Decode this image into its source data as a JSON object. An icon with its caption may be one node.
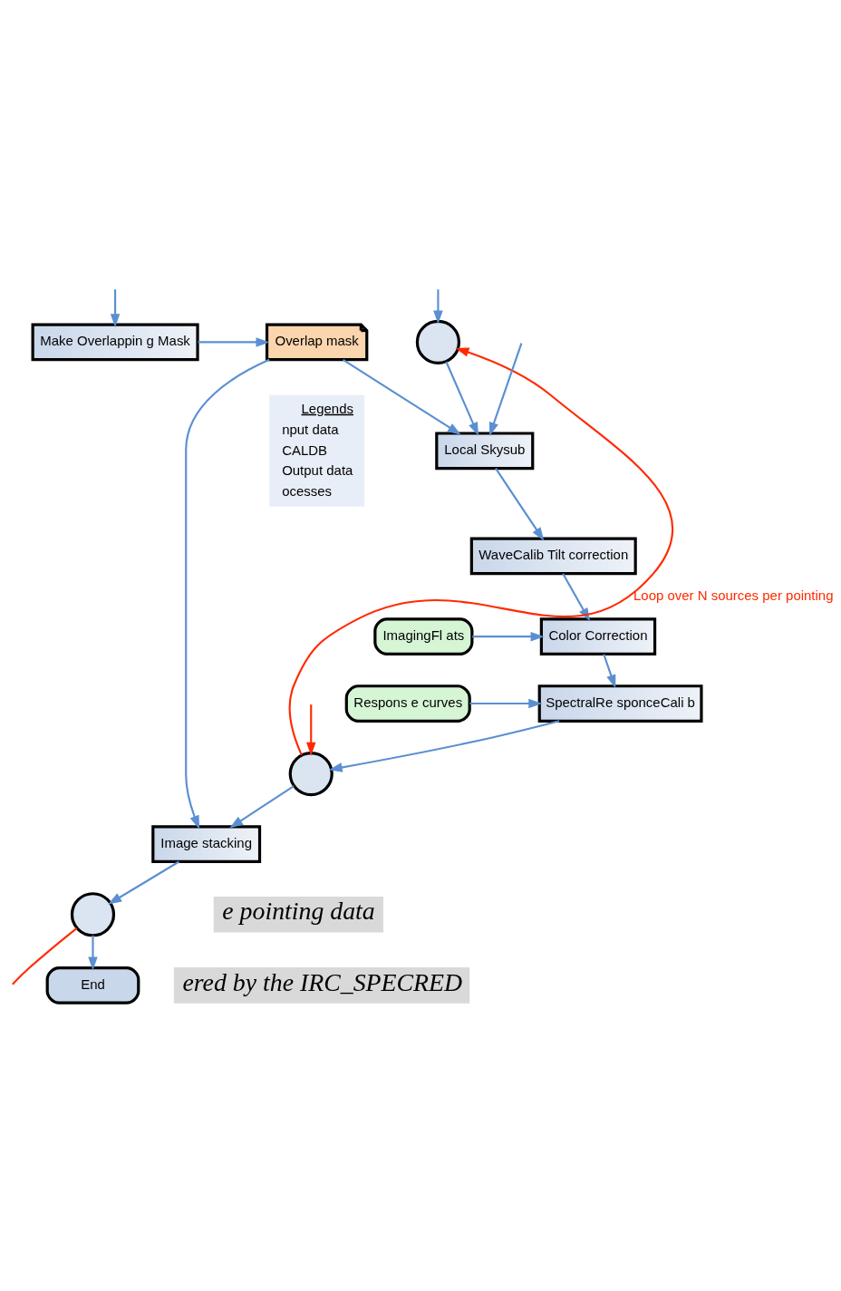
{
  "diagram": {
    "nodes": [
      {
        "text": [
          "Make Overlappin g Mask"
        ]
      },
      {
        "text": [
          "Overlap mask"
        ]
      },
      {
        "text": [],
        "shape": "circle"
      },
      {
        "text": [
          "Local Skysub"
        ]
      },
      {
        "text": [
          "WaveCalib Tilt correction"
        ]
      },
      {
        "text": [
          "ImagingFl ats"
        ]
      },
      {
        "text": [
          "Color Correction"
        ]
      },
      {
        "text": [
          "Respons e curves"
        ]
      },
      {
        "text": [
          "SpectralRe sponceCali b"
        ]
      },
      {
        "text": [],
        "shape": "circle"
      },
      {
        "text": [
          "Image stacking"
        ]
      },
      {
        "text": [],
        "shape": "circle"
      },
      {
        "text": [
          "End"
        ]
      }
    ],
    "edges": [
      {
        "from": null,
        "to": 0,
        "arrow": "to"
      },
      {
        "from": 0,
        "to": 1,
        "arrow": "to"
      },
      {
        "from": 1,
        "to": 3,
        "arrow": "to"
      },
      {
        "from": null,
        "to": 3,
        "arrow": "to"
      },
      {
        "from": 1,
        "to": 10,
        "arrow": "to"
      },
      {
        "from": null,
        "to": 2,
        "arrow": "to"
      },
      {
        "from": 9,
        "to": 2,
        "arrow": "to",
        "color": "#ff2a00",
        "label": "Loop over N sources per pointing"
      },
      {
        "from": 2,
        "to": 3,
        "arrow": "to"
      },
      {
        "from": 3,
        "to": 4,
        "arrow": "to"
      },
      {
        "from": 4,
        "to": 6,
        "arrow": "to"
      },
      {
        "from": 5,
        "to": 6,
        "arrow": "to"
      },
      {
        "from": 6,
        "to": 8,
        "arrow": "to"
      },
      {
        "from": 7,
        "to": 8,
        "arrow": "to"
      },
      {
        "from": 8,
        "to": 9,
        "arrow": "to"
      },
      {
        "from": null,
        "to": 9,
        "arrow": "to",
        "color": "#ff2a00"
      },
      {
        "from": 9,
        "to": 10,
        "arrow": "to"
      },
      {
        "from": 10,
        "to": 11,
        "arrow": "to"
      },
      {
        "from": 11,
        "to": 12,
        "arrow": "to"
      },
      {
        "from": 11,
        "to": null,
        "arrow": "none",
        "color": "#ff2a00"
      }
    ],
    "labels": [
      "Legends",
      "e pointing data",
      "ered by the IRC_SPECRED"
    ],
    "legend": [
      {
        "text": "nput data"
      },
      {
        "text": "CALDB"
      },
      {
        "text": "Output data"
      },
      {
        "text": "ocesses"
      }
    ]
  }
}
